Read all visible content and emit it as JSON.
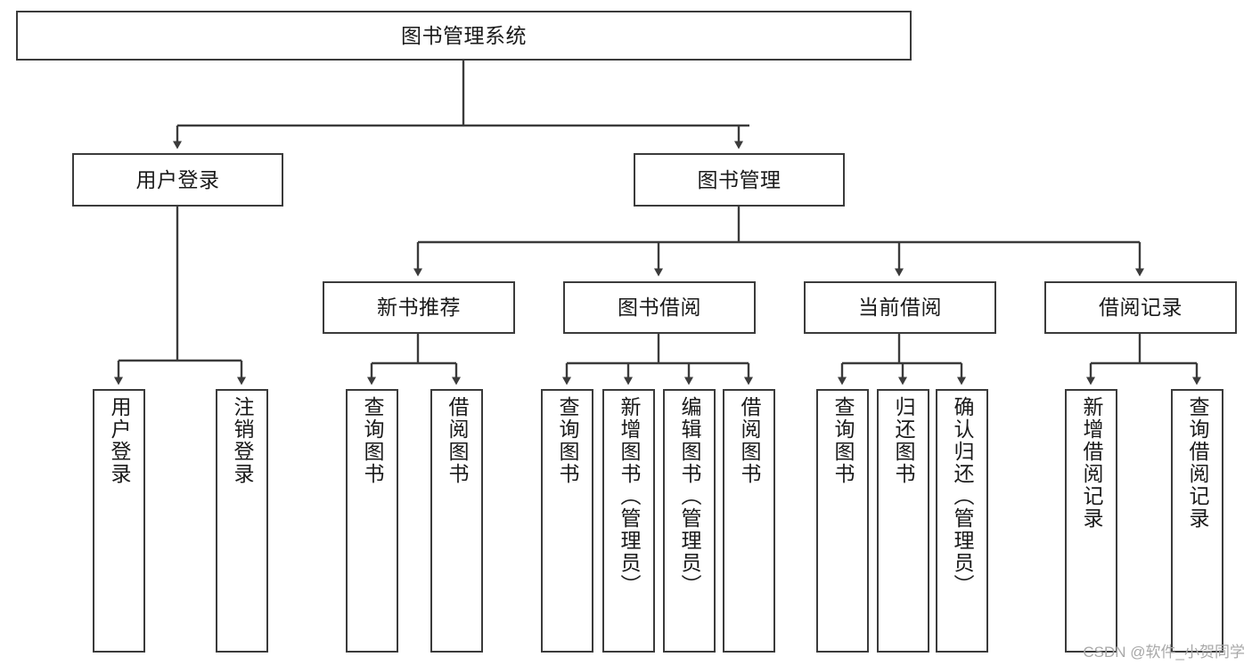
{
  "diagram": {
    "type": "tree-hierarchy",
    "title": "图书管理系统",
    "root": {
      "label": "图书管理系统"
    },
    "level1": [
      {
        "label": "用户登录"
      },
      {
        "label": "图书管理"
      }
    ],
    "level2": [
      {
        "label": "新书推荐"
      },
      {
        "label": "图书借阅"
      },
      {
        "label": "当前借阅"
      },
      {
        "label": "借阅记录"
      }
    ],
    "leaves": {
      "user_login": [
        {
          "label": "用户登录"
        },
        {
          "label": "注销登录"
        }
      ],
      "new_book_recommend": [
        {
          "label": "查询图书"
        },
        {
          "label": "借阅图书"
        }
      ],
      "book_borrow": [
        {
          "label": "查询图书"
        },
        {
          "label": "新增图书（管理员）"
        },
        {
          "label": "编辑图书（管理员）"
        },
        {
          "label": "借阅图书"
        }
      ],
      "current_borrow": [
        {
          "label": "查询图书"
        },
        {
          "label": "归还图书"
        },
        {
          "label": "确认归还（管理员）"
        }
      ],
      "borrow_records": [
        {
          "label": "新增借阅记录"
        },
        {
          "label": "查询借阅记录"
        }
      ]
    }
  },
  "watermark": {
    "text": "CSDN @软件_小贺同学"
  },
  "colors": {
    "border": "#3b3b3b",
    "background": "#ffffff",
    "text": "#1a1a1a",
    "watermark": "#a8a8a8"
  }
}
